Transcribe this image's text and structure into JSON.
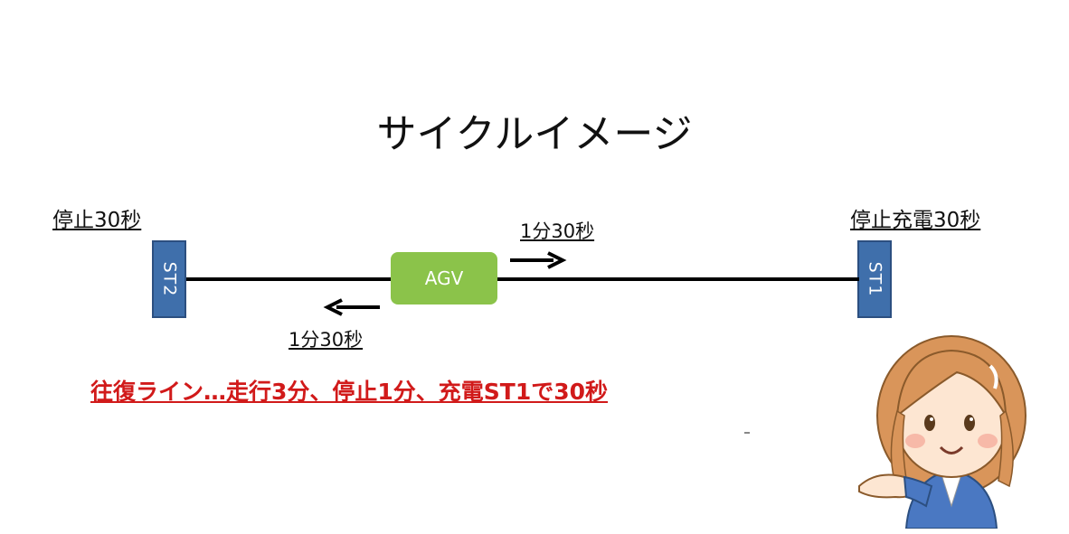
{
  "title": "サイクルイメージ",
  "stations": {
    "left": {
      "name": "ST2",
      "label": "停止30秒"
    },
    "right": {
      "name": "ST1",
      "label": "停止充電30秒"
    }
  },
  "vehicle": {
    "label": "AGV"
  },
  "travel": {
    "forward_label": "1分30秒",
    "return_label": "1分30秒"
  },
  "summary": "往復ライン…走行3分、停止1分、充電ST1で30秒",
  "colors": {
    "station": "#3f6fab",
    "agv": "#8bc34a",
    "summary_text": "#d11a1a",
    "track": "#000000"
  }
}
